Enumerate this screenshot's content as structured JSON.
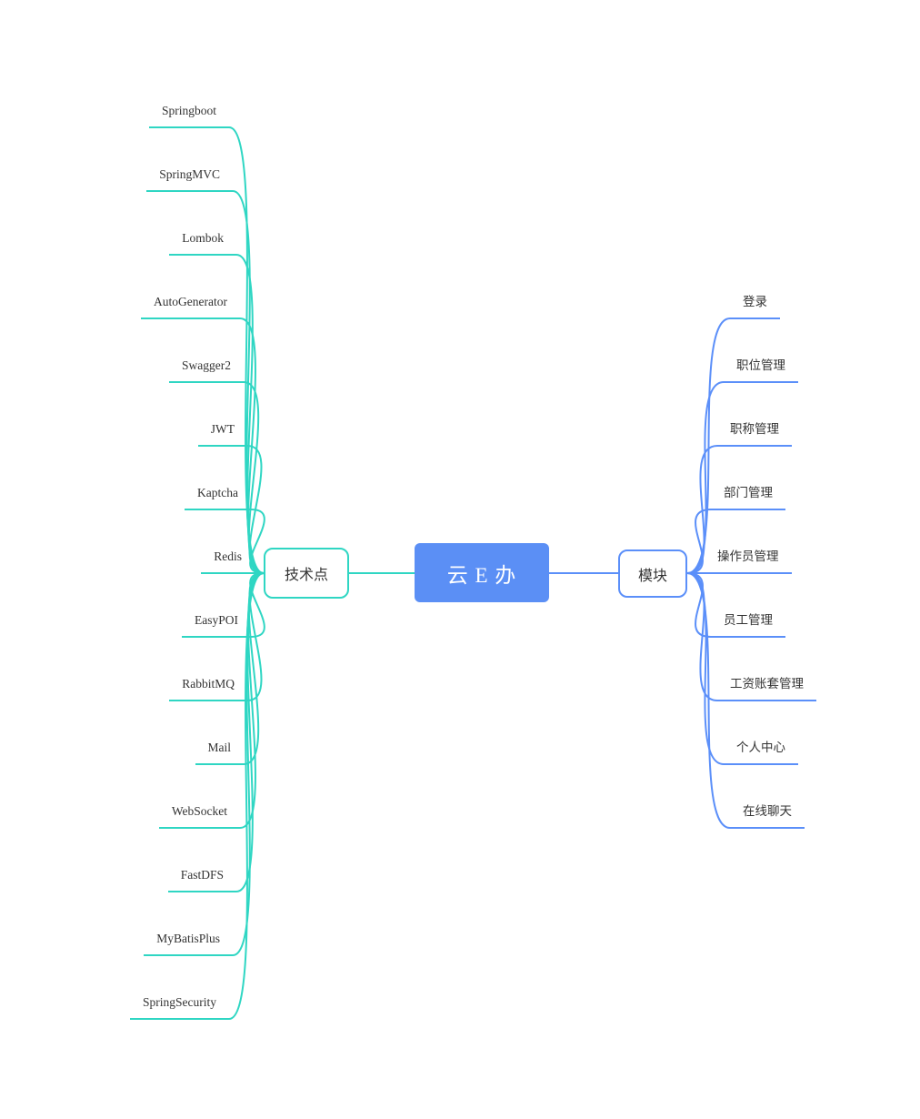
{
  "diagram": {
    "root": {
      "label": "云 E 办",
      "fill": "#5b8ff5",
      "text_color": "#ffffff"
    },
    "branches": [
      {
        "label": "技术点",
        "side": "left",
        "color": "#2fd6c3",
        "children": [
          "Springboot",
          "SpringMVC",
          "Lombok",
          "AutoGenerator",
          "Swagger2",
          "JWT",
          "Kaptcha",
          "Redis",
          "EasyPOI",
          "RabbitMQ",
          "Mail",
          "WebSocket",
          "FastDFS",
          "MyBatisPlus",
          "SpringSecurity"
        ]
      },
      {
        "label": "模块",
        "side": "right",
        "color": "#5b8ff9",
        "children": [
          "登录",
          "职位管理",
          "职称管理",
          "部门管理",
          "操作员管理",
          "员工管理",
          "工资账套管理",
          "个人中心",
          "在线聊天"
        ]
      }
    ]
  }
}
